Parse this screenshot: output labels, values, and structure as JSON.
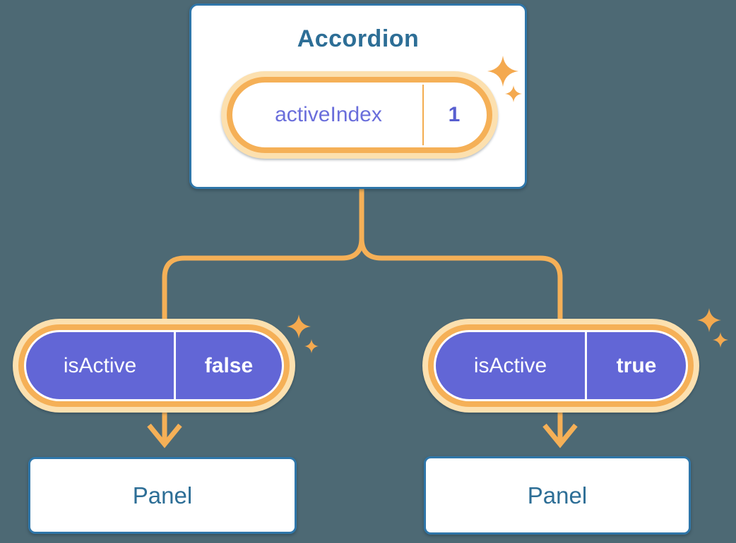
{
  "diagram": {
    "type": "component-tree",
    "background_color": "#4D6974",
    "colors": {
      "connector_orange": "#F5B057",
      "glow_cream": "#FCE0AF",
      "pill_purple": "#6266D6",
      "state_name_indigo": "#6A6EDB",
      "state_value_indigo": "#585FD0",
      "card_border_blue": "#2F76A9",
      "card_text_blue": "#2D6E96"
    },
    "root": {
      "title": "Accordion",
      "state": {
        "name": "activeIndex",
        "value": "1"
      },
      "decoration": "sparkle-icon"
    },
    "children": [
      {
        "prop_name": "isActive",
        "prop_value": "false",
        "target_label": "Panel",
        "decoration": "sparkle-icon"
      },
      {
        "prop_name": "isActive",
        "prop_value": "true",
        "target_label": "Panel",
        "decoration": "sparkle-icon"
      }
    ]
  }
}
